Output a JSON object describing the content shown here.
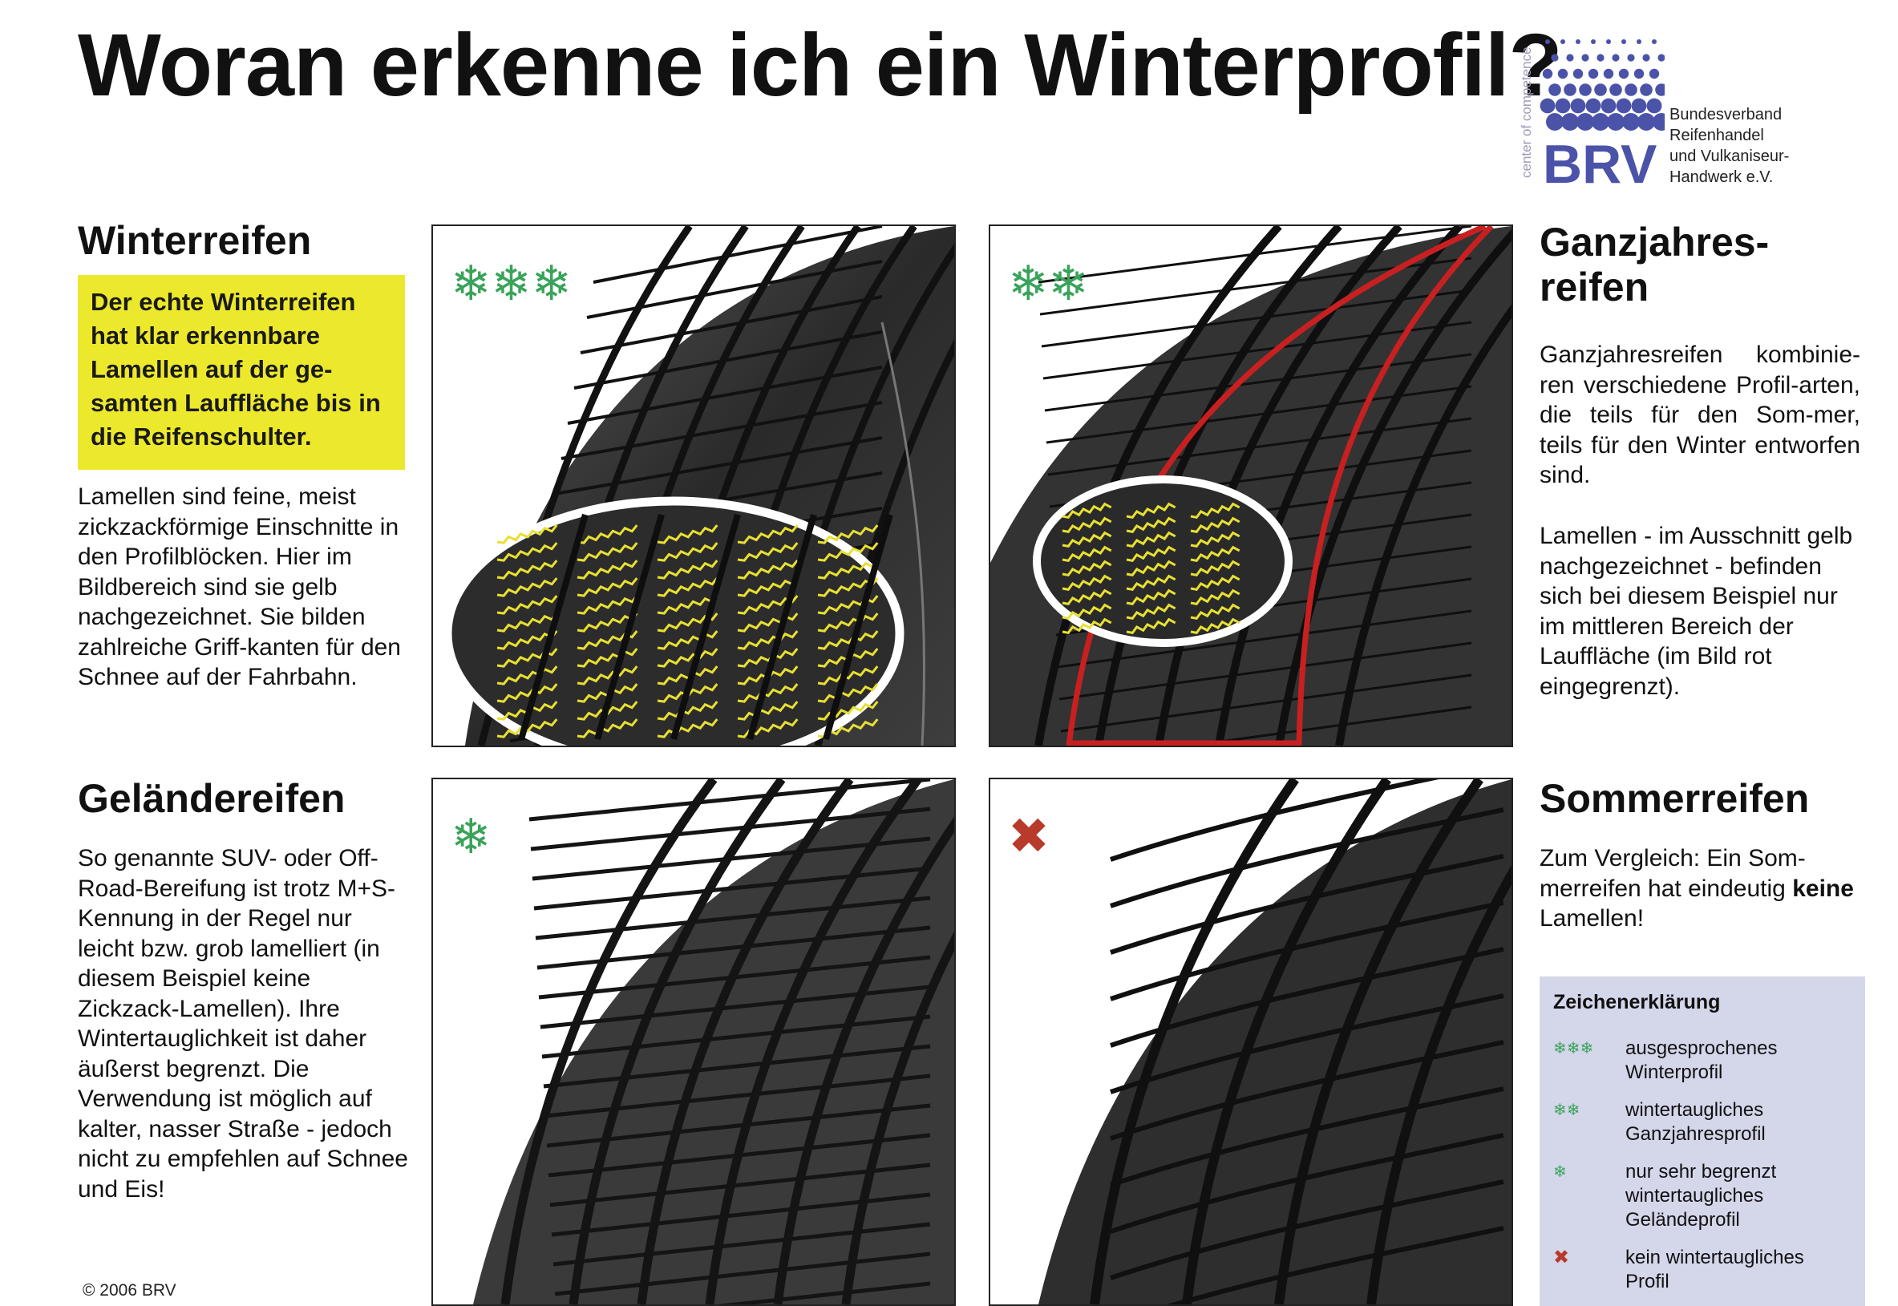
{
  "title": "Woran erkenne ich ein Winterprofil?",
  "logo": {
    "brand": "BRV",
    "side_text": "center of competence",
    "org_lines": [
      "Bundesverband",
      "Reifenhandel",
      "und Vulkaniseur-",
      "Handwerk e.V."
    ]
  },
  "winter": {
    "heading": "Winterreifen",
    "callout": "Der echte Winterreifen hat klar erkennbare Lamellen auf der ge-samten Lauffläche bis in die Reifenschulter.",
    "body": "Lamellen sind feine, meist zickzackförmige Einschnitte in den Profilblöcken. Hier im Bildbereich sind sie gelb nachgezeichnet. Sie bilden zahlreiche Griff-kanten für den Schnee auf der Fahrbahn.",
    "symbol": "❄❄❄"
  },
  "allseason": {
    "heading_line1": "Ganzjahres-",
    "heading_line2": "reifen",
    "body1": "Ganzjahresreifen kombinie-ren verschiedene Profil-arten, die teils für den Som-mer, teils für den Winter entworfen sind.",
    "body2": "Lamellen - im Ausschnitt gelb nachgezeichnet - befinden sich bei diesem Beispiel nur im mittleren Bereich der Lauffläche (im Bild rot eingegrenzt).",
    "symbol": "❄❄"
  },
  "offroad": {
    "heading": "Geländereifen",
    "body": "So genannte SUV- oder Off-Road-Bereifung ist trotz M+S-Kennung in der Regel nur leicht bzw. grob lamelliert (in diesem Beispiel keine Zickzack-Lamellen). Ihre Wintertauglichkeit ist daher äußerst begrenzt. Die Verwendung ist möglich auf kalter, nasser Straße - jedoch nicht zu empfehlen auf Schnee und Eis!",
    "symbol": "❄"
  },
  "summer": {
    "heading": "Sommerreifen",
    "body_prefix": "Zum Vergleich: Ein Som-merreifen hat eindeutig ",
    "body_bold": "keine",
    "body_suffix": " Lamellen!",
    "symbol": "✖"
  },
  "legend": {
    "title": "Zeichenerklärung",
    "items": [
      {
        "symbol": "❄❄❄",
        "text": "ausgesprochenes Winterprofil"
      },
      {
        "symbol": "❄❄",
        "text": "wintertaugliches Ganzjahresprofil"
      },
      {
        "symbol": "❄",
        "text": "nur sehr begrenzt wintertaugliches Geländeprofil"
      },
      {
        "symbol": "✖",
        "text": "kein wintertaugliches Profil"
      }
    ]
  },
  "copyright": "© 2006 BRV",
  "colors": {
    "snow_green": "#3aa35a",
    "cross_red": "#b73a2a",
    "callout_yellow": "#ece92c",
    "legend_bg": "#d4d6ea",
    "brand_blue": "#4b53a8",
    "sipe_yellow": "#e8e032",
    "boundary_red": "#c82020"
  }
}
